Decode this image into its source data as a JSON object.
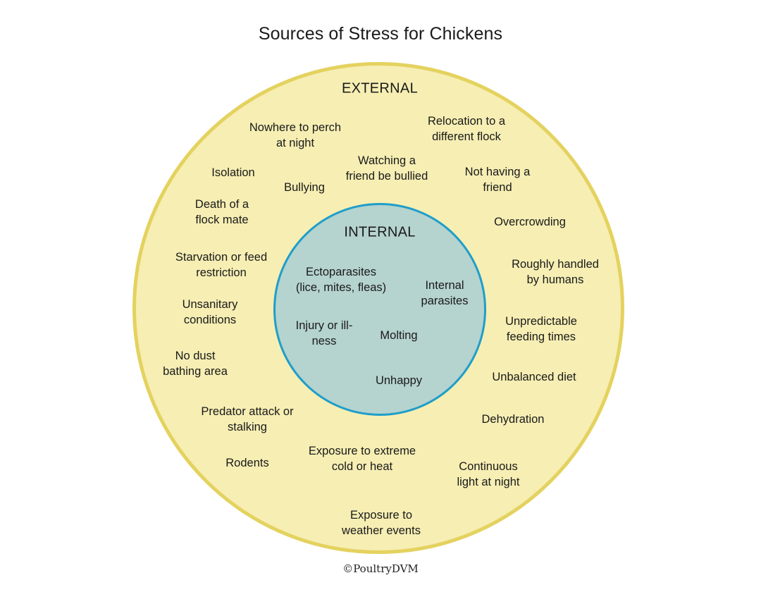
{
  "title": "Sources of Stress for Chickens",
  "external_heading": "EXTERNAL",
  "internal_heading": "INTERNAL",
  "external_items": [
    "Nowhere to perch\nat night",
    "Relocation to a\ndifferent flock",
    "Isolation",
    "Bullying",
    "Watching a\nfriend be bullied",
    "Not having a\nfriend",
    "Death of a\nflock mate",
    "Overcrowding",
    "Starvation or feed\nrestriction",
    "Roughly handled\nby humans",
    "Unsanitary\nconditions",
    "Unpredictable\nfeeding times",
    "No dust\nbathing area",
    "Unbalanced diet",
    "Predator attack or\nstalking",
    "Dehydration",
    "Rodents",
    "Exposure to extreme\ncold or heat",
    "Continuous\nlight at night",
    "Exposure to\nweather events"
  ],
  "internal_items": [
    "Ectoparasites\n(lice, mites, fleas)",
    "Internal\nparasites",
    "Injury or ill-\nness",
    "Molting",
    "Unhappy"
  ],
  "copyright": "©PoultryDVM",
  "colors": {
    "outer_fill": "#f6eeb3",
    "outer_border": "#e4d25f",
    "inner_fill": "#b5d3cf",
    "inner_border": "#1f9ec9"
  }
}
